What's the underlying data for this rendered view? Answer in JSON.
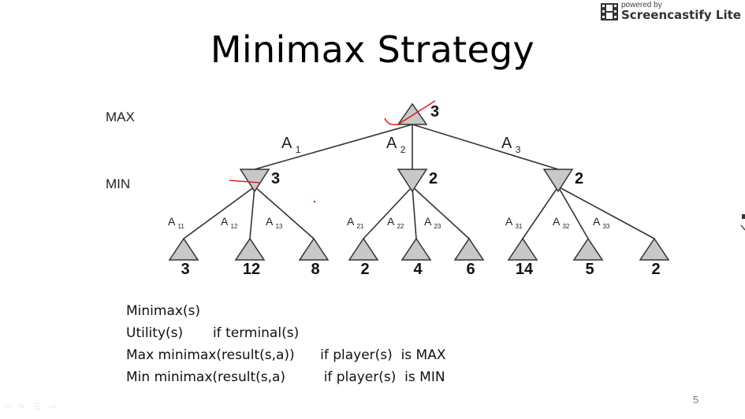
{
  "slide": {
    "title": "Minimax Strategy",
    "page_number": "5",
    "level_labels": {
      "max": "MAX",
      "min": "MIN"
    },
    "root": {
      "value": "3",
      "type": "max"
    },
    "root_actions": [
      {
        "label": "A",
        "sub": "1"
      },
      {
        "label": "A",
        "sub": "2"
      },
      {
        "label": "A",
        "sub": "3"
      }
    ],
    "min_nodes": [
      {
        "value": "3",
        "actions": [
          {
            "label": "A",
            "sub": "11"
          },
          {
            "label": "A",
            "sub": "12"
          },
          {
            "label": "A",
            "sub": "13"
          }
        ]
      },
      {
        "value": "2",
        "actions": [
          {
            "label": "A",
            "sub": "21"
          },
          {
            "label": "A",
            "sub": "22"
          },
          {
            "label": "A",
            "sub": "23"
          }
        ]
      },
      {
        "value": "2",
        "actions": [
          {
            "label": "A",
            "sub": "31"
          },
          {
            "label": "A",
            "sub": "32"
          },
          {
            "label": "A",
            "sub": "33"
          }
        ]
      }
    ],
    "leaves": [
      "3",
      "12",
      "8",
      "2",
      "4",
      "6",
      "14",
      "5",
      "2"
    ],
    "formula_lines": [
      "Minimax(s)",
      "Utility(s)       if terminal(s)",
      "Max minimax(result(s,a))      if player(s)  is MAX",
      "Min minimax(result(s,a)         if player(s)  is MIN"
    ],
    "annotation_color": "#e02020",
    "node_fill": "#c8c8c8"
  },
  "watermark": {
    "small": "powered by",
    "big": "Screencastify Lite",
    "icon": "film-icon"
  },
  "nav_icons": [
    "prev-arrow-icon",
    "pen-icon",
    "menu-icon",
    "next-arrow-icon"
  ]
}
